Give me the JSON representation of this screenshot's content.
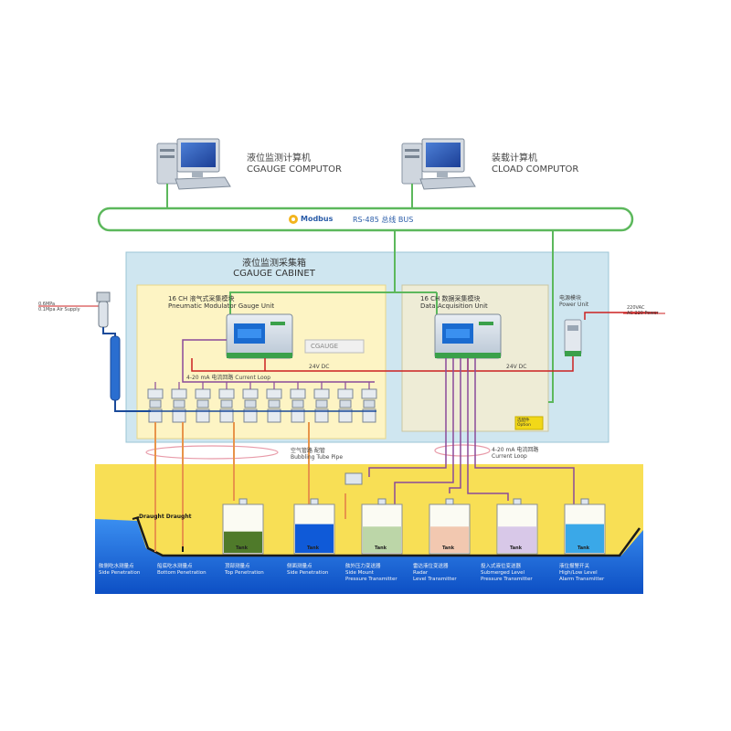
{
  "computers": {
    "left": {
      "cn": "液位监测计算机",
      "en": "CGAUGE COMPUTOR"
    },
    "right": {
      "cn": "装载计算机",
      "en": "CLOAD COMPUTOR"
    }
  },
  "bus": {
    "logo": "Modbus",
    "label": "RS-485 总线 BUS"
  },
  "cabinet": {
    "cn": "液位监测采集箱",
    "en": "CGAUGE CABINET"
  },
  "gauge_unit": {
    "cn": "16 CH 液气式采集模块",
    "en": "Pneumatic Modulator Gauge Unit",
    "chip": "CGAUGE",
    "voltage": "24V DC"
  },
  "daq_unit": {
    "cn": "16 CH 数据采集模块",
    "en": "Data Acquisition Unit",
    "voltage": "24V DC"
  },
  "power_unit": {
    "cn": "电源模块",
    "en": "Power Unit"
  },
  "air_supply": {
    "line1": "0.6MPa",
    "line2": "0.1Mpa Air Supply"
  },
  "power_supply": {
    "line1": "220VAC",
    "line2": "AC 220 Power"
  },
  "current_loop_top": "4-20 mA 电流回路 Current Loop",
  "optional": {
    "line1": "选配件",
    "line2": "Option"
  },
  "air_pipe": {
    "cn": "空气管路 配管",
    "en": "Bubbling Tube Pipe"
  },
  "current_loop_bottom": {
    "cn": "4-20 mA 电流回路",
    "en": "Current Loop"
  },
  "draught_label": "Draught Draught",
  "tank_word": "Tank",
  "captions": [
    {
      "cn": "舷侧吃水测量点",
      "en": "Side Penetration"
    },
    {
      "cn": "船底吃水测量点",
      "en": "Bottom Penetration"
    },
    {
      "cn": "顶部测量点",
      "en": "Top Penetration"
    },
    {
      "cn": "侧面测量点",
      "en": "Side Penetration"
    },
    {
      "cn": "舷外压力变送器",
      "en": "Side Mount",
      "en2": "Pressure Transmitter"
    },
    {
      "cn": "雷达液位变送器",
      "en": "Radar",
      "en2": "Level Transmitter"
    },
    {
      "cn": "投入式液位变送器",
      "en": "Submerged Level",
      "en2": "Pressure Transmitter"
    },
    {
      "cn": "液位报警开关",
      "en": "High/Low Level",
      "en2": "Alarm Transmitter"
    }
  ],
  "colors": {
    "bus_green": "#5cb85c",
    "cabinet_blue": "#cfe6f0",
    "unit_yellow": "#fdf4c4",
    "sea_blue": "#1663d8",
    "deck_yellow": "#f8df55",
    "air_orange": "#e8944a",
    "loop_purple": "#8a4a9a",
    "power_red": "#cc2020"
  }
}
